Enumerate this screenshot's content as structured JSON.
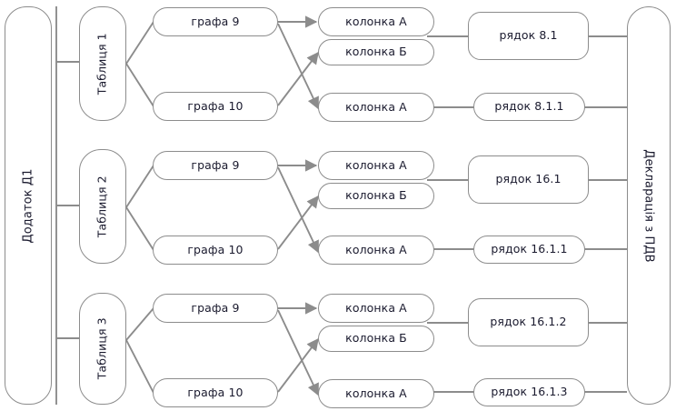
{
  "diagram": {
    "type": "flow-diagram",
    "title_left": "Додаток Д1",
    "title_right": "Декларація з ПДВ",
    "stroke_color": "#8c8c8c",
    "text_color": "#1a1a2e",
    "background": "#ffffff",
    "source": {
      "label": "Додаток Д1"
    },
    "target": {
      "label": "Декларація з ПДВ"
    },
    "groups": [
      {
        "table": "Таблиця 1",
        "fields": [
          {
            "label": "графа 9"
          },
          {
            "label": "графа 10"
          }
        ],
        "columns": [
          {
            "label": "колонка А"
          },
          {
            "label": "колонка Б"
          },
          {
            "label": "колонка А"
          }
        ],
        "rows": [
          {
            "label": "рядок 8.1"
          },
          {
            "label": "рядок 8.1.1"
          }
        ]
      },
      {
        "table": "Таблиця 2",
        "fields": [
          {
            "label": "графа 9"
          },
          {
            "label": "графа 10"
          }
        ],
        "columns": [
          {
            "label": "колонка А"
          },
          {
            "label": "колонка Б"
          },
          {
            "label": "колонка А"
          }
        ],
        "rows": [
          {
            "label": "рядок 16.1"
          },
          {
            "label": "рядок 16.1.1"
          }
        ]
      },
      {
        "table": "Таблиця 3",
        "fields": [
          {
            "label": "графа 9"
          },
          {
            "label": "графа 10"
          }
        ],
        "columns": [
          {
            "label": "колонка А"
          },
          {
            "label": "колонка Б"
          },
          {
            "label": "колонка А"
          }
        ],
        "rows": [
          {
            "label": "рядок 16.1.2"
          },
          {
            "label": "рядок 16.1.3"
          }
        ]
      }
    ]
  }
}
